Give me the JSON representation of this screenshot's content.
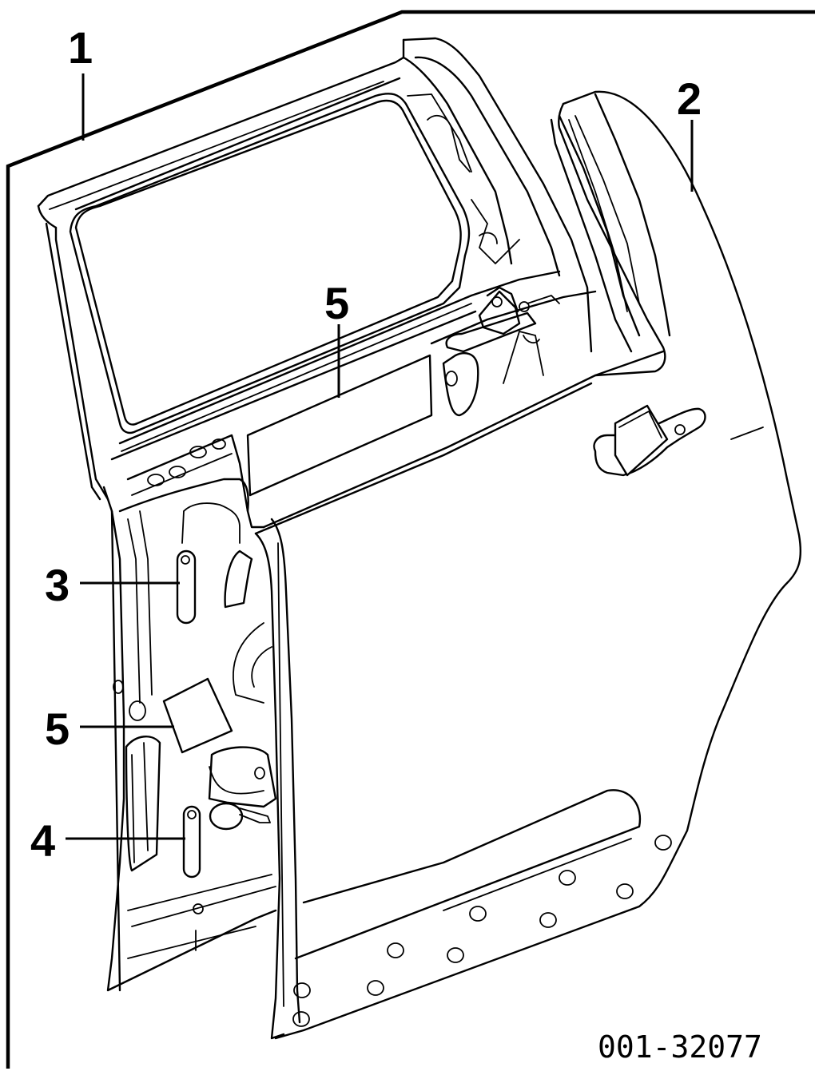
{
  "callouts": [
    {
      "id": "1",
      "label": "1"
    },
    {
      "id": "2",
      "label": "2"
    },
    {
      "id": "3",
      "label": "3"
    },
    {
      "id": "4",
      "label": "4"
    },
    {
      "id": "5a",
      "label": "5"
    },
    {
      "id": "5b",
      "label": "5"
    }
  ],
  "reference_code": "001-32077"
}
